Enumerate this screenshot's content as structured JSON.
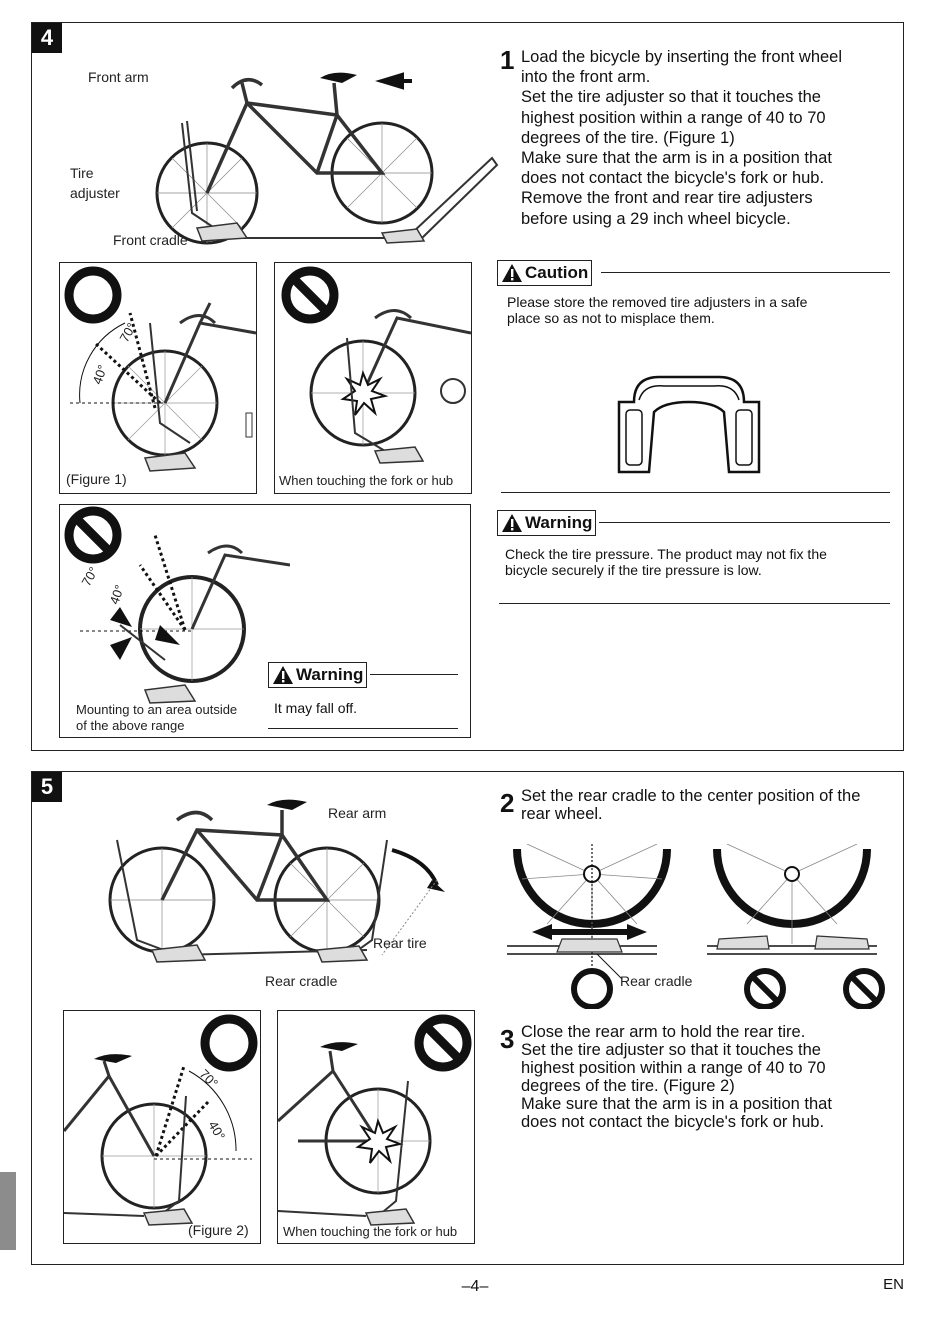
{
  "step4": {
    "badge": "4",
    "labels": {
      "front_arm": "Front arm",
      "tire_adjuster_1": "Tire",
      "tire_adjuster_2": "adjuster",
      "front_cradle": "Front cradle"
    },
    "fig_ok": {
      "caption": "(Figure 1)",
      "angle_70": "70°",
      "angle_40": "40°"
    },
    "fig_ng_fork": {
      "caption": "When touching the fork or hub"
    },
    "fig_ng_range": {
      "caption_1": "Mounting to an area outside",
      "caption_2": "of the above range",
      "angle_70": "70°",
      "angle_40": "40°",
      "warning_title": "Warning",
      "warning_text": "It may fall off."
    },
    "instruction": {
      "number": "1",
      "lines": [
        "Load the bicycle by inserting the front wheel",
        "into the front arm.",
        "Set the tire adjuster so that it touches the",
        "highest position within a range of 40 to 70",
        "degrees of the tire. (Figure 1)",
        "Make sure that the arm is in a position that",
        "does not contact the bicycle's fork or hub.",
        "Remove the front and rear tire adjusters",
        "before using a 29 inch wheel bicycle."
      ]
    },
    "caution": {
      "title": "Caution",
      "lines": [
        "Please store the removed tire adjusters in a safe",
        "place so as not to misplace them."
      ]
    },
    "warning": {
      "title": "Warning",
      "lines": [
        "Check the tire pressure.  The product may not fix the",
        "bicycle securely if the tire pressure is low."
      ]
    }
  },
  "step5": {
    "badge": "5",
    "labels": {
      "rear_arm": "Rear arm",
      "rear_tire": "Rear tire",
      "rear_cradle": "Rear cradle"
    },
    "fig_ok": {
      "caption": "(Figure 2)",
      "angle_70": "70°",
      "angle_40": "40°"
    },
    "fig_ng_fork": {
      "caption": "When touching the fork or hub"
    },
    "instruction2": {
      "number": "2",
      "lines": [
        "Set the rear cradle to the center position of the",
        "rear wheel."
      ],
      "rear_cradle_label": "Rear cradle"
    },
    "instruction3": {
      "number": "3",
      "lines": [
        "Close the rear arm to hold the rear tire.",
        "Set the tire adjuster so that it touches the",
        "highest position within a range of 40 to 70",
        "degrees of the tire. (Figure 2)",
        "Make sure that the arm is in a position that",
        "does not contact the bicycle's fork or hub."
      ]
    }
  },
  "footer": {
    "page": "–4–",
    "lang": "EN"
  }
}
